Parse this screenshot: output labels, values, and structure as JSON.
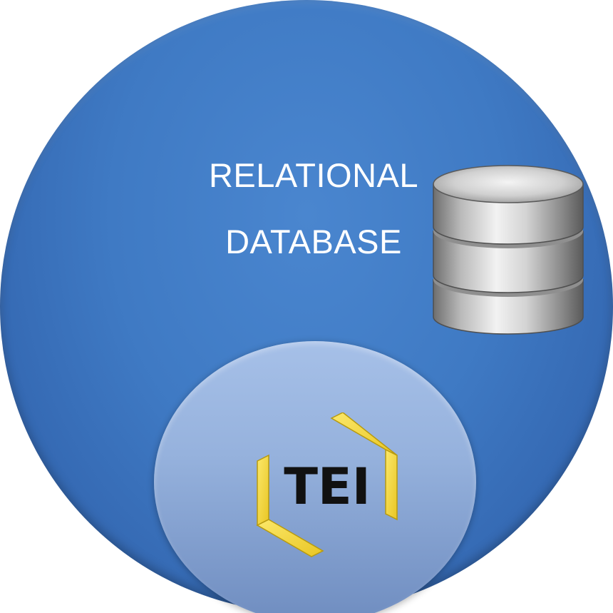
{
  "diagram": {
    "title_line_1": "RELATIONAL",
    "title_line_2": "DATABASE",
    "database_icon": "database-cylinder-stack-icon",
    "logo_text": "TEI",
    "colors": {
      "outer_circle": "#3f7ac4",
      "inner_circle": "#96b2dd",
      "title_text": "#ffffff",
      "logo_brackets": "#f2d43a",
      "logo_text": "#111111"
    }
  }
}
